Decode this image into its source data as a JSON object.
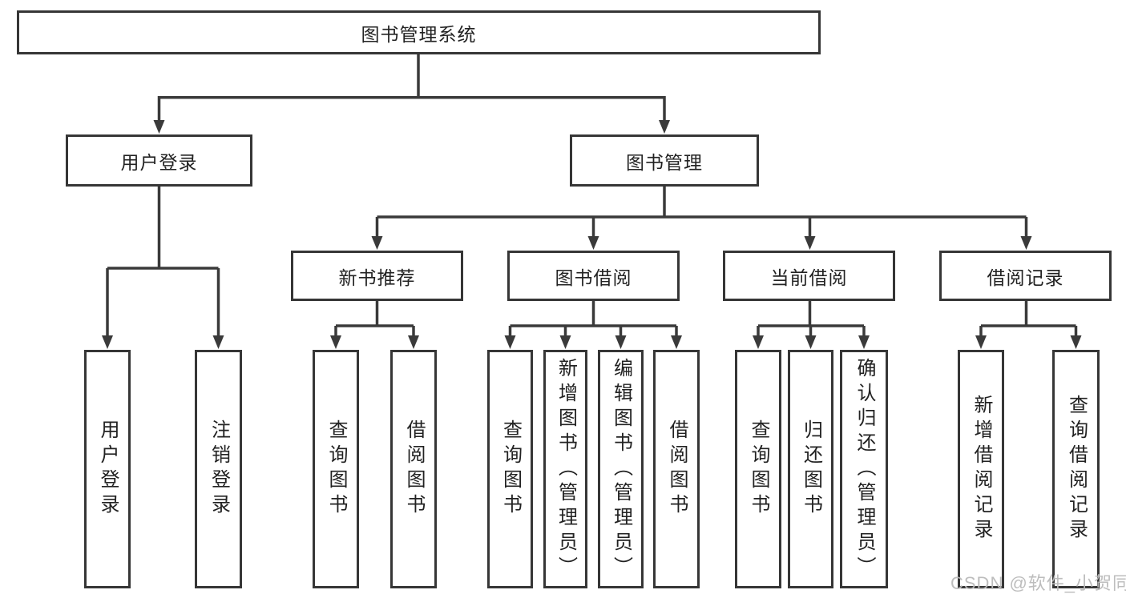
{
  "diagram": {
    "colors": {
      "line": "#3a3a3a",
      "box_border": "#363636",
      "text": "#222222",
      "watermark": "#b9b9b9",
      "background": "#ffffff"
    },
    "tree": {
      "root": {
        "label": "图书管理系统"
      },
      "children": [
        {
          "label": "用户登录",
          "children": [
            {
              "label": "用户登录"
            },
            {
              "label": "注销登录"
            }
          ]
        },
        {
          "label": "图书管理",
          "children": [
            {
              "label": "新书推荐",
              "children": [
                {
                  "label": "查询图书"
                },
                {
                  "label": "借阅图书"
                }
              ]
            },
            {
              "label": "图书借阅",
              "children": [
                {
                  "label": "查询图书"
                },
                {
                  "label": "新增图书（管理员）"
                },
                {
                  "label": "编辑图书（管理员）"
                },
                {
                  "label": "借阅图书"
                }
              ]
            },
            {
              "label": "当前借阅",
              "children": [
                {
                  "label": "查询图书"
                },
                {
                  "label": "归还图书"
                },
                {
                  "label": "确认归还（管理员）"
                }
              ]
            },
            {
              "label": "借阅记录",
              "children": [
                {
                  "label": "新增借阅记录"
                },
                {
                  "label": "查询借阅记录"
                }
              ]
            }
          ]
        }
      ]
    },
    "watermark": {
      "text": "CSDN @软件_小贺同学"
    }
  }
}
